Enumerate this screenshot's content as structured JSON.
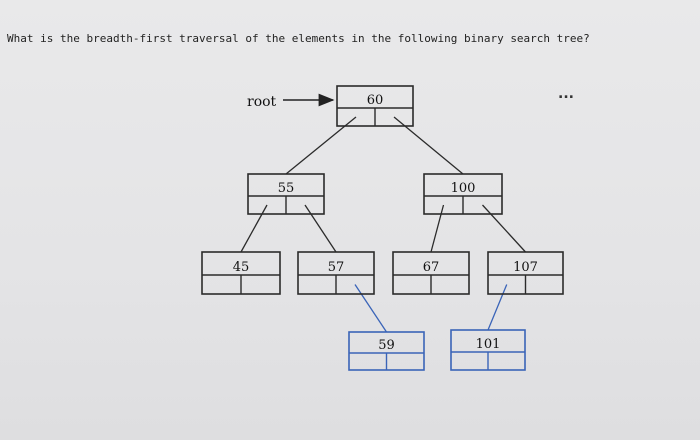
{
  "question": "What is the breadth-first traversal of the elements in the following binary search tree?",
  "more_menu": "...",
  "root_label": "root",
  "colors": {
    "ink": "#2b2b2b",
    "highlight": "#3a64b8"
  },
  "tree": {
    "nodes": [
      {
        "id": "n60",
        "value": "60",
        "highlight": false
      },
      {
        "id": "n55",
        "value": "55",
        "highlight": false
      },
      {
        "id": "n100",
        "value": "100",
        "highlight": false
      },
      {
        "id": "n45",
        "value": "45",
        "highlight": false
      },
      {
        "id": "n57",
        "value": "57",
        "highlight": false
      },
      {
        "id": "n67",
        "value": "67",
        "highlight": false
      },
      {
        "id": "n107",
        "value": "107",
        "highlight": false
      },
      {
        "id": "n59",
        "value": "59",
        "highlight": true
      },
      {
        "id": "n101",
        "value": "101",
        "highlight": true
      }
    ],
    "edges": [
      {
        "from": "n60",
        "to": "n55",
        "side": "left",
        "highlight": false
      },
      {
        "from": "n60",
        "to": "n100",
        "side": "right",
        "highlight": false
      },
      {
        "from": "n55",
        "to": "n45",
        "side": "left",
        "highlight": false
      },
      {
        "from": "n55",
        "to": "n57",
        "side": "right",
        "highlight": false
      },
      {
        "from": "n100",
        "to": "n67",
        "side": "left",
        "highlight": false
      },
      {
        "from": "n100",
        "to": "n107",
        "side": "right",
        "highlight": false
      },
      {
        "from": "n57",
        "to": "n59",
        "side": "right",
        "highlight": true
      },
      {
        "from": "n107",
        "to": "n101",
        "side": "left",
        "highlight": true
      }
    ]
  }
}
